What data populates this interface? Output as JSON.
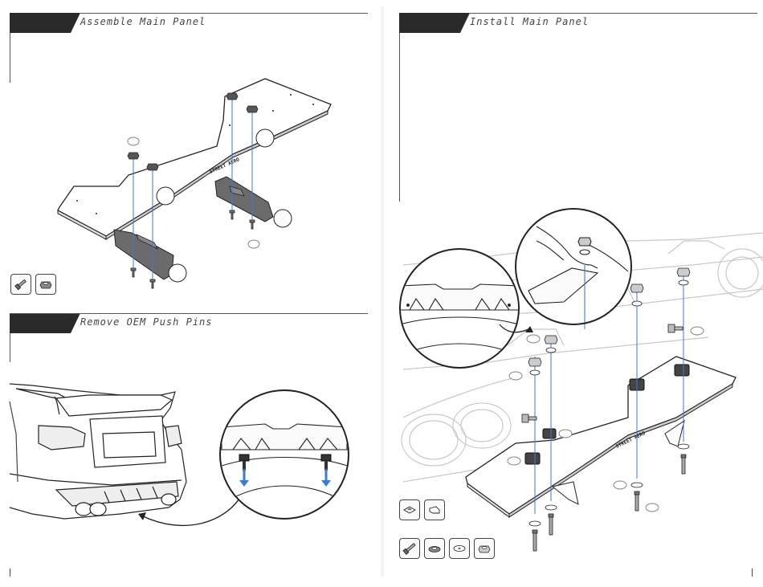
{
  "steps": [
    {
      "title": "Assemble Main Panel"
    },
    {
      "title": "Remove OEM Push Pins"
    },
    {
      "title": "Install Main Panel"
    }
  ],
  "panel_logo_text": "STREET AERO",
  "icons": {
    "step1_hardware": [
      "bolt-icon",
      "nut-icon"
    ],
    "step3_brackets": [
      "bracket-left-icon",
      "bracket-right-icon"
    ],
    "step3_hardware": [
      "bolt-icon",
      "washer-icon",
      "washer-flat-icon",
      "nut-icon"
    ]
  },
  "colors": {
    "header_bar": "#2a2a2a",
    "guide_line": "#3a7bd5",
    "arrow": "#3a7bd5",
    "bracket": "#6b6b6b",
    "lineart": "#222222",
    "background_lineart": "#c8c8c8"
  }
}
